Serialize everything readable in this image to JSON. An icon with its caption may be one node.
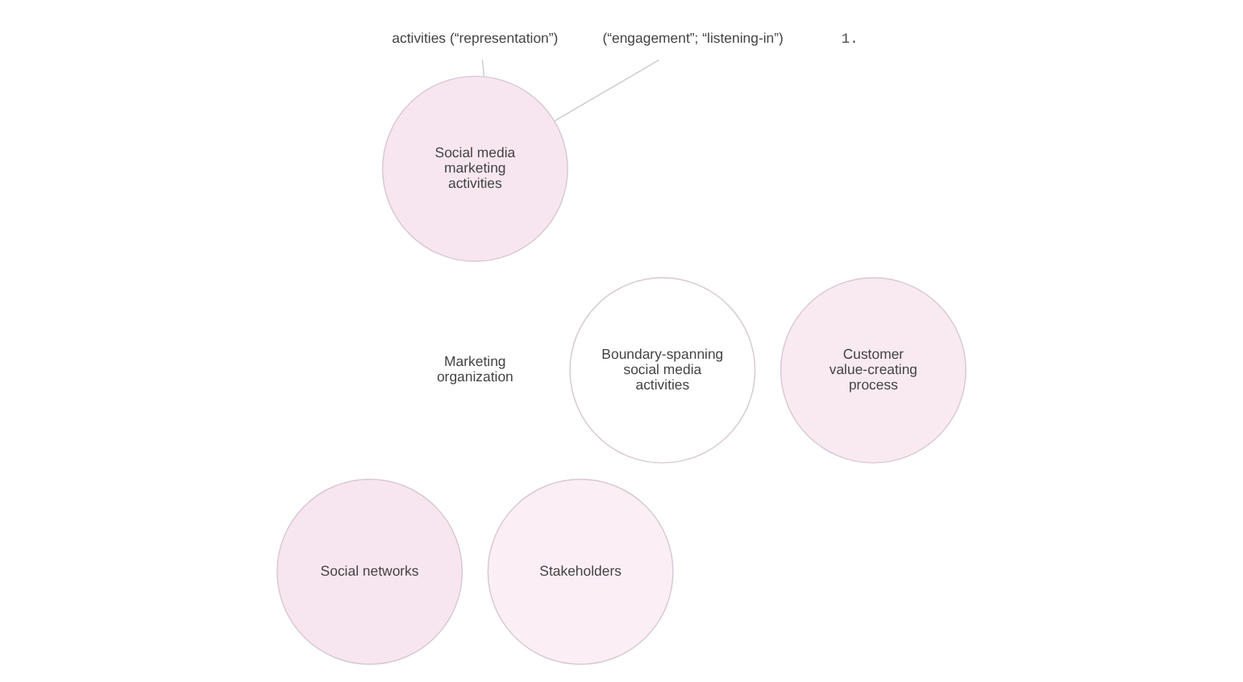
{
  "diagram": {
    "nodes": [
      {
        "text": [
          "activities (“representation”)"
        ]
      },
      {
        "text": [
          "(“engagement”; “listening-in”)"
        ]
      },
      {
        "text": [
          "Social media marketing activities"
        ]
      },
      {
        "text": [
          "Boundary-spanning social media activities"
        ]
      },
      {
        "text": [
          "Marketing organization"
        ]
      },
      {
        "text": [
          "Customer value-creating process"
        ]
      },
      {
        "text": [
          "Social networks"
        ]
      },
      {
        "text": [
          "Stakeholders"
        ]
      }
    ],
    "edges": [
      {
        "from": 0,
        "to": 2,
        "arrow": "none"
      },
      {
        "from": 1,
        "to": 2,
        "arrow": "none"
      }
    ],
    "labels": [
      "1."
    ]
  }
}
